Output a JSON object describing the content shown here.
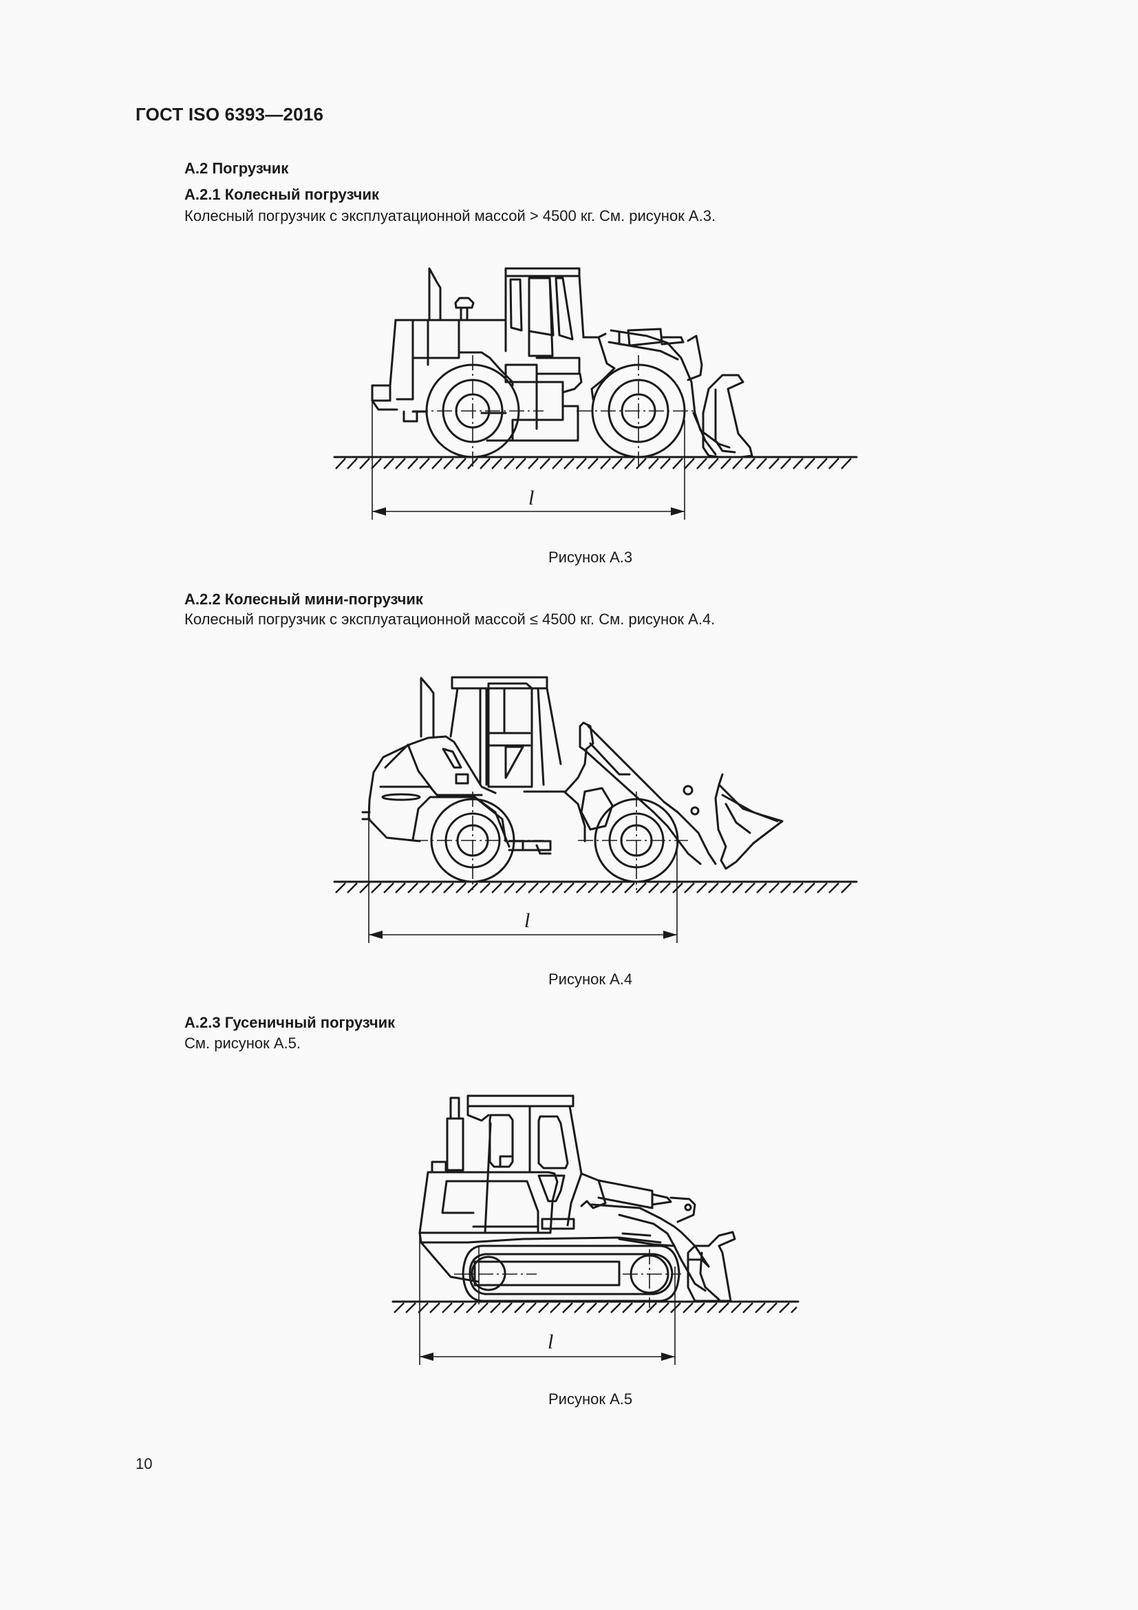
{
  "header": {
    "title": "ГОСТ ISO 6393—2016"
  },
  "section": {
    "heading": "А.2 Погрузчик",
    "subsections": [
      {
        "heading": "А.2.1 Колесный погрузчик",
        "text": "Колесный погрузчик с эксплуатационной массой > 4500 кг. См. рисунок А.3.",
        "figure": {
          "caption": "Рисунок А.3",
          "dimension_label": "l",
          "subject": "wheel-loader"
        }
      },
      {
        "heading": "А.2.2 Колесный мини-погрузчик",
        "text": "Колесный погрузчик с эксплуатационной массой ≤ 4500 кг. См. рисунок А.4.",
        "figure": {
          "caption": "Рисунок А.4",
          "dimension_label": "l",
          "subject": "compact-wheel-loader"
        }
      },
      {
        "heading": "А.2.3 Гусеничный погрузчик",
        "text": "См. рисунок А.5.",
        "figure": {
          "caption": "Рисунок А.5",
          "dimension_label": "l",
          "subject": "crawler-loader"
        }
      }
    ]
  },
  "footer": {
    "page_number": "10"
  }
}
